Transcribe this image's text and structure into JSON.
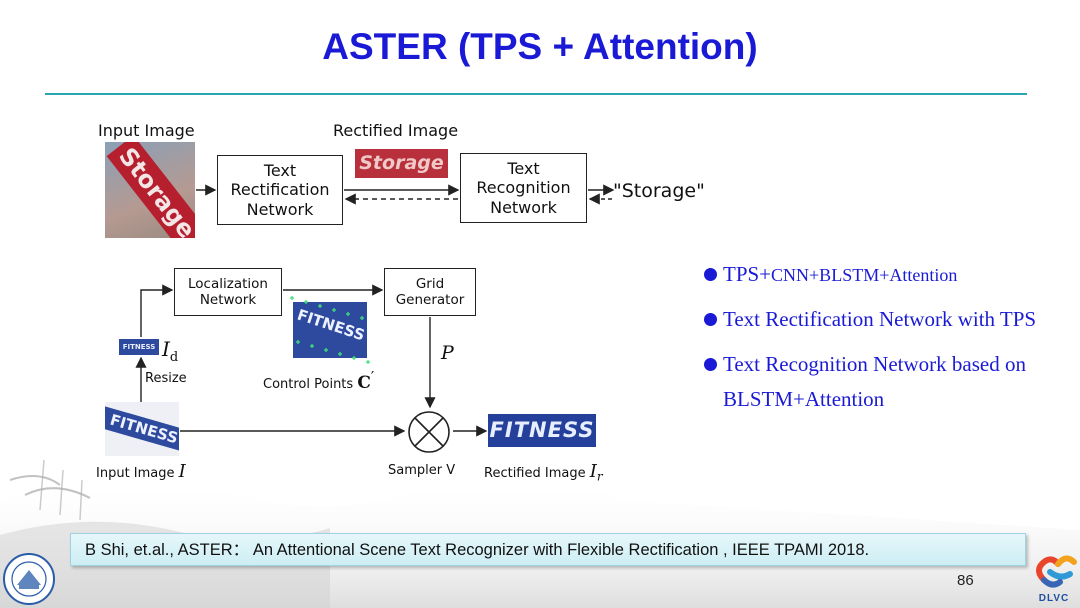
{
  "title": "ASTER (TPS + Attention)",
  "top_diagram": {
    "input_label": "Input Image",
    "rectified_label": "Rectified Image",
    "input_word": "Storage",
    "rectified_word": "Storage",
    "rect_net": "Text\nRectification\nNetwork",
    "recog_net": "Text\nRecognition\nNetwork",
    "output": "\"Storage\""
  },
  "bottom_diagram": {
    "loc_net": "Localization\nNetwork",
    "grid_gen": "Grid\nGenerator",
    "id_symbol": "I",
    "id_sub": "d",
    "resize": "Resize",
    "control_points": "Control Points",
    "c_symbol": "C",
    "c_prime": "′",
    "p_symbol": "P",
    "input_image": "Input Image",
    "input_symbol": "I",
    "sampler": "Sampler V",
    "rectified_image": "Rectified Image",
    "rect_symbol": "I",
    "rect_sub": "r",
    "small_word": "FITNESS",
    "cp_word": "FITNESS",
    "input_word": "FITNESS",
    "rectified_word": "FITNESS"
  },
  "bullets": [
    {
      "main": "TPS+",
      "small": "CNN+BLSTM+Attention"
    },
    {
      "main": "Text Rectification Network with TPS",
      "small": ""
    },
    {
      "main": "Text Recognition Network based on BLSTM+Attention",
      "small": ""
    }
  ],
  "citation": "B Shi, et.al., ASTER： An Attentional Scene Text Recognizer with Flexible Rectification , IEEE TPAMI 2018.",
  "page_number": "86",
  "logo_text": "DLVC",
  "colors": {
    "title": "#1a1ad6",
    "rule": "#2aa6b2",
    "bullet": "#1a1ad6",
    "citation_bg": "#d9f2f7",
    "word_tile": "#2e4a9e",
    "storage_red": "#b51f2e"
  }
}
